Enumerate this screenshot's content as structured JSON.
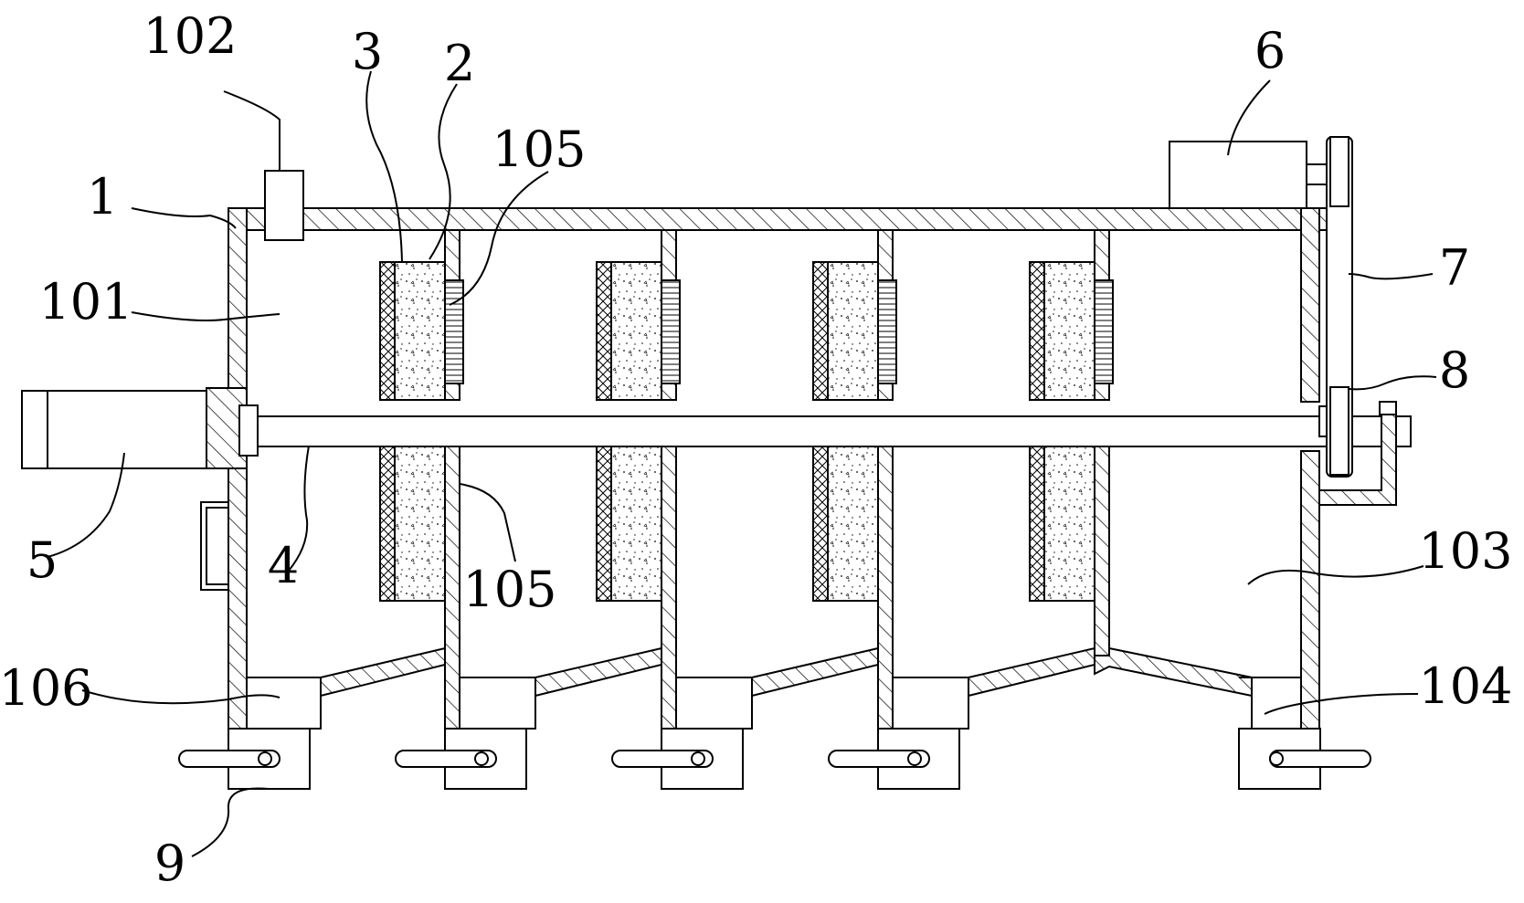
{
  "figure": {
    "callouts": [
      {
        "id": "c102",
        "text": "102"
      },
      {
        "id": "c3",
        "text": "3"
      },
      {
        "id": "c2",
        "text": "2"
      },
      {
        "id": "c105a",
        "text": "105"
      },
      {
        "id": "c6",
        "text": "6"
      },
      {
        "id": "c1",
        "text": "1"
      },
      {
        "id": "c101",
        "text": "101"
      },
      {
        "id": "c7",
        "text": "7"
      },
      {
        "id": "c8",
        "text": "8"
      },
      {
        "id": "c5",
        "text": "5"
      },
      {
        "id": "c4",
        "text": "4"
      },
      {
        "id": "c105b",
        "text": "105"
      },
      {
        "id": "c103",
        "text": "103"
      },
      {
        "id": "c106",
        "text": "106"
      },
      {
        "id": "c104",
        "text": "104"
      },
      {
        "id": "c9",
        "text": "9"
      }
    ]
  }
}
